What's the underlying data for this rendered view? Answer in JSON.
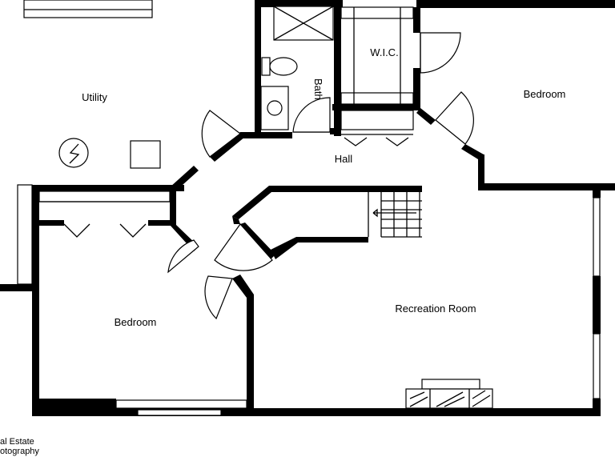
{
  "rooms": {
    "utility": "Utility",
    "bedroom_ne": "Bedroom",
    "wic": "W.I.C.",
    "bath": "Bath",
    "hall": "Hall",
    "bedroom_sw": "Bedroom",
    "recreation": "Recreation Room"
  },
  "watermark": {
    "line1": "al Estate",
    "line2": "otography"
  }
}
